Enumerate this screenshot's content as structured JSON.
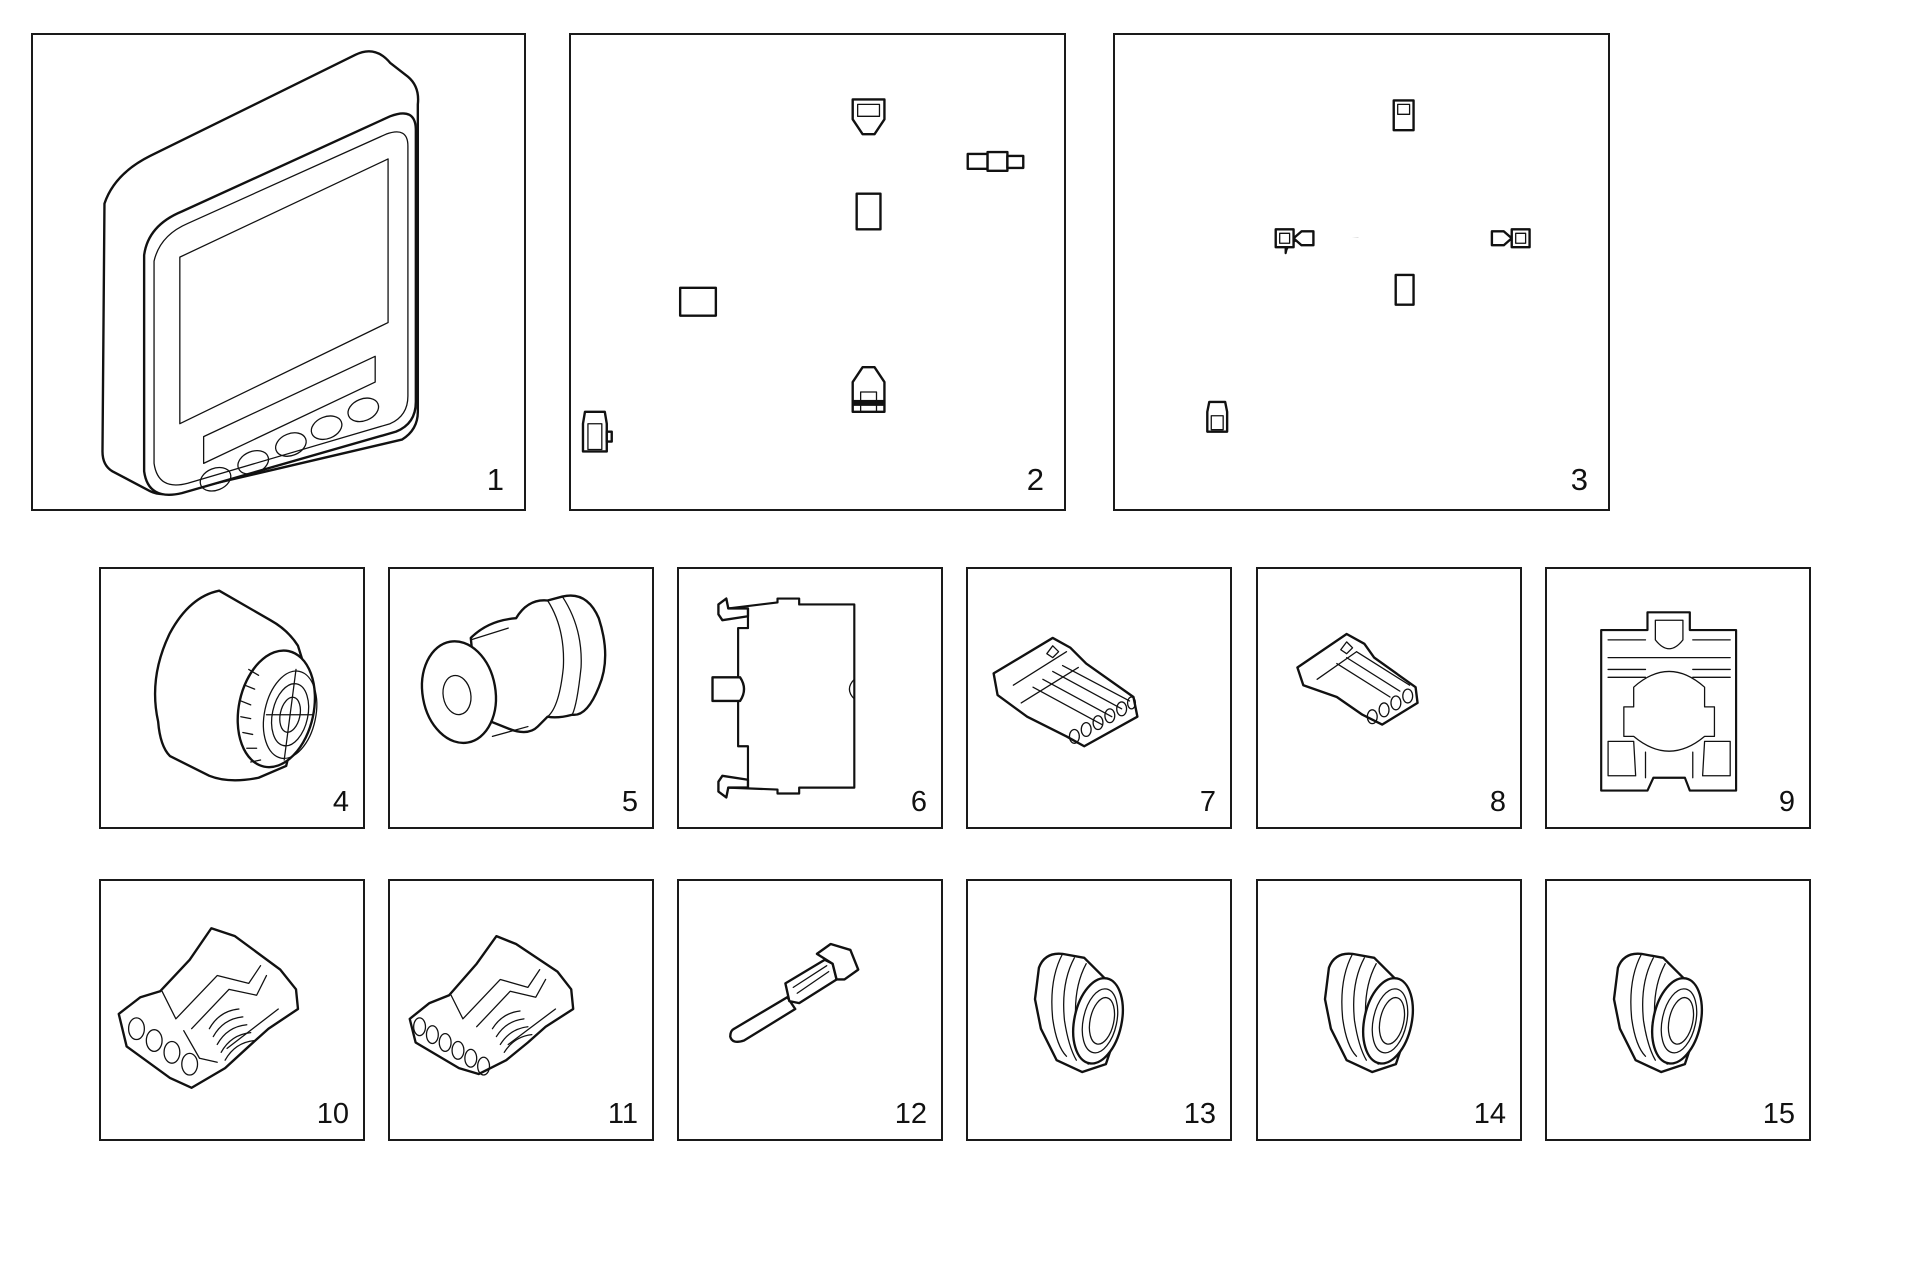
{
  "diagram": {
    "type": "parts-catalog-illustration",
    "parts": [
      {
        "number": "1",
        "depicts": "display-unit"
      },
      {
        "number": "2",
        "depicts": "wiring-harness-4-way"
      },
      {
        "number": "3",
        "depicts": "wiring-harness-y-splitter"
      },
      {
        "number": "4",
        "depicts": "buzzer"
      },
      {
        "number": "5",
        "depicts": "cable-seal-grommet"
      },
      {
        "number": "6",
        "depicts": "mounting-clip"
      },
      {
        "number": "7",
        "depicts": "connector-6-way"
      },
      {
        "number": "8",
        "depicts": "connector-4-way"
      },
      {
        "number": "9",
        "depicts": "bracket-holder"
      },
      {
        "number": "10",
        "depicts": "connector-housing-4-pin"
      },
      {
        "number": "11",
        "depicts": "connector-housing-6-pin"
      },
      {
        "number": "12",
        "depicts": "terminal-pin"
      },
      {
        "number": "13",
        "depicts": "wire-seal"
      },
      {
        "number": "14",
        "depicts": "wire-seal"
      },
      {
        "number": "15",
        "depicts": "wire-seal"
      }
    ]
  }
}
